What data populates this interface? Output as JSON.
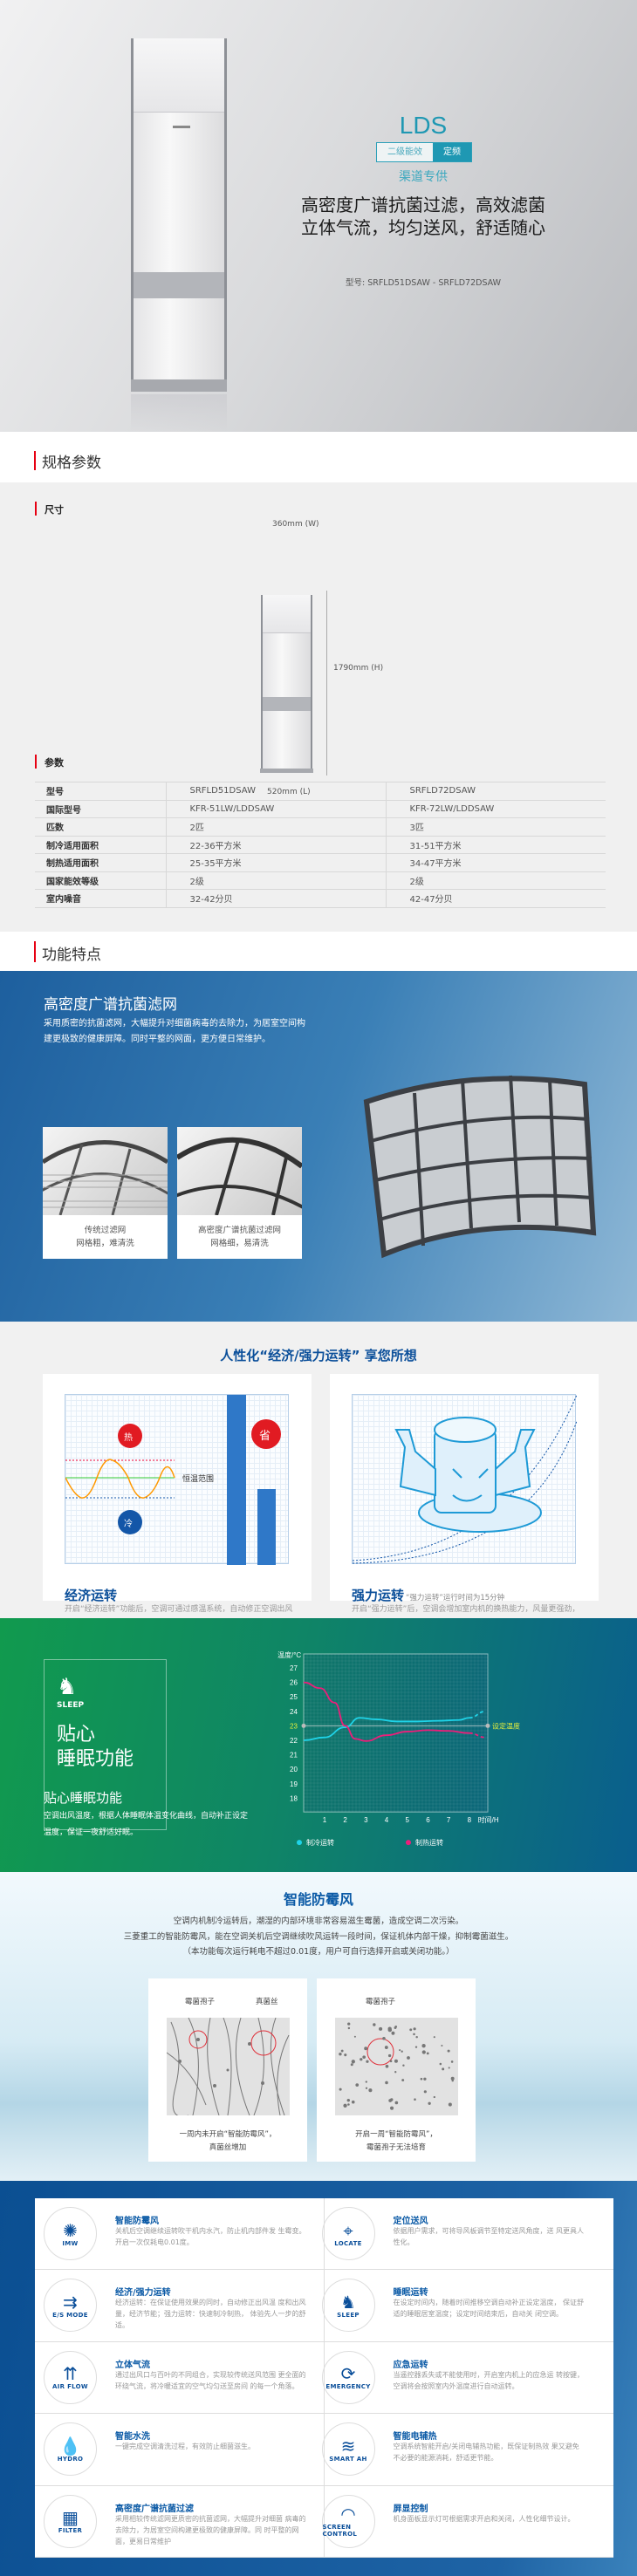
{
  "hero": {
    "series": "LDS",
    "badges": [
      "二级能效",
      "定频"
    ],
    "channel": "渠道专供",
    "slogan": [
      "高密度广谱抗菌过滤，高效滤菌",
      "立体气流，均匀送风，舒适随心"
    ],
    "model": "型号: SRFLD51DSAW - SRFLD72DSAW"
  },
  "spec_section": {
    "title": "规格参数",
    "size_label": "尺寸",
    "width": "360mm (W)",
    "height": "1790mm (H)",
    "depth": "520mm (L)",
    "params_label": "参数",
    "table": [
      [
        "型号",
        "SRFLD51DSAW",
        "SRFLD72DSAW"
      ],
      [
        "国际型号",
        "KFR-51LW/LDDSAW",
        "KFR-72LW/LDDSAW"
      ],
      [
        "匹数",
        "2匹",
        "3匹"
      ],
      [
        "制冷适用面积",
        "22-36平方米",
        "31-51平方米"
      ],
      [
        "制热适用面积",
        "25-35平方米",
        "34-47平方米"
      ],
      [
        "国家能效等级",
        "2级",
        "2级"
      ],
      [
        "室内噪音",
        "32-42分贝",
        "42-47分贝"
      ]
    ]
  },
  "features_section": {
    "title": "功能特点"
  },
  "filter": {
    "title": "高密度广谱抗菌滤网",
    "desc": "采用质密的抗菌滤网，大幅提升对细菌病毒的去除力，为居室空间构建更极致的健康屏障。同时平整的网面，更方便日常维护。",
    "cards": [
      {
        "line1": "传统过滤网",
        "line2": "网格粗，难清洗"
      },
      {
        "line1": "高密度广谱抗菌过滤网",
        "line2": "网格细，易清洗"
      }
    ]
  },
  "modes": {
    "title": "人性化“经济/强力运转” 享您所想",
    "eco": {
      "hot": "热",
      "cold": "冷",
      "save": "省",
      "range": "恒温范围",
      "title": "经济运转",
      "desc": "开启“经济运转”功能后，空调可通过感温系统，自动修正空调出风温度和风量，进行省电的经济运转，舒适更节能。"
    },
    "power": {
      "title": "强力运转",
      "note": "“强力运转”运行时间为15分钟",
      "desc": "开启“强力运转”后，空调会增加室内机的换热能力，风量更强劲，制冷制热更迅速。"
    }
  },
  "sleep": {
    "icon_label": "SLEEP",
    "box_title": [
      "贴心",
      "睡眠功能"
    ],
    "title": "贴心睡眠功能",
    "desc": "空调出风温度，根据人体睡眠体温变化曲线，自动补正设定温度，保证一夜舒适好眠。"
  },
  "chart_data": {
    "type": "line",
    "ylabel": "温度/°C",
    "xlabel": "时间/H",
    "ylim": [
      17,
      28
    ],
    "xlim": [
      0,
      9
    ],
    "yticks": [
      18,
      19,
      20,
      21,
      22,
      23,
      24,
      25,
      26,
      27
    ],
    "xticks": [
      1,
      2,
      3,
      4,
      5,
      6,
      7,
      8
    ],
    "set_temp": 23,
    "set_temp_label": "设定温度",
    "series": [
      {
        "name": "制冷运转",
        "color": "#1fd3e8",
        "x": [
          0,
          1,
          2,
          2.7,
          3.5,
          4.5,
          5.5,
          6.5,
          7.5,
          8
        ],
        "y": [
          22,
          22.2,
          22.9,
          23.55,
          23.45,
          23.3,
          23.3,
          23.35,
          23.4,
          23.55
        ],
        "projection": {
          "x": [
            8,
            8.8
          ],
          "y": [
            23.55,
            24
          ]
        }
      },
      {
        "name": "制热运转",
        "color": "#ec1e7a",
        "x": [
          0,
          0.8,
          1.5,
          2,
          2.5,
          3,
          4,
          5,
          6,
          7,
          8
        ],
        "y": [
          26,
          25.6,
          24.6,
          23,
          22.1,
          21.95,
          22.35,
          22.6,
          22.7,
          22.65,
          22.5
        ],
        "projection": {
          "x": [
            8,
            8.8
          ],
          "y": [
            22.5,
            22.2
          ]
        }
      }
    ]
  },
  "mold": {
    "title": "智能防霉风",
    "desc": [
      "空调内机制冷运转后，潮湿的内部环境非常容易滋生霉菌，造成空调二次污染。",
      "三菱重工的智能防霉风，能在空调关机后空调继续吹风运转一段时间，保证机体内部干燥，抑制霉菌滋生。",
      "（本功能每次运行耗电不超过0.01度，用户可自行选择开启或关闭功能。）"
    ],
    "spore": "霉菌孢子",
    "hypha": "真菌丝",
    "cards": [
      {
        "line1": "一周内未开启“智能防霉风”，",
        "line2": "真菌丝增加"
      },
      {
        "line1": "开启一周“智能防霉风”，",
        "line2": "霉菌孢子无法培育"
      }
    ]
  },
  "feature_list": [
    {
      "icon": "IMW",
      "title": "智能防霉风",
      "desc": "关机后空调继续运转吹干机内水汽，防止机内部件发 生霉变。开启一次仅耗电0.01度。"
    },
    {
      "icon": "LOCATE",
      "title": "定位送风",
      "desc": "依据用户需求，可将导风板调节至特定送风角度，送 风更具人性化。"
    },
    {
      "icon": "E/S MODE",
      "title": "经济/强力运转",
      "desc": "经济运转：在保证使用效果的同时，自动修正出风温 度和出风量，经济节能；强力运转：快速制冷制热， 体验先人一步的舒适。"
    },
    {
      "icon": "SLEEP",
      "title": "睡眠运转",
      "desc": "在设定时间内，随着时间推移空调自动补正设定温度， 保证舒适的睡眠居室温度；设定时间结束后，自动关 闭空调。"
    },
    {
      "icon": "AIR FLOW",
      "title": "立体气流",
      "desc": "通过出风口与百叶的不同组合，实现较传统送风范围 更全面的环绕气流，将冷暖适宜的空气均匀送至房间 的每一个角落。"
    },
    {
      "icon": "EMERGENCY",
      "title": "应急运转",
      "desc": "当遥控器丢失或不能使用时，开启室内机上的应急运 转按键，空调将会按照室内外温度进行自动运转。"
    },
    {
      "icon": "HYDRO",
      "title": "智能水洗",
      "desc": "一键完成空调清洗过程，有效防止细菌滋生。"
    },
    {
      "icon": "SMART AH",
      "title": "智能电辅热",
      "desc": "空调系统智能开启/关闭电辅热功能，既保证制热效 果又避免不必要的能源消耗，舒适更节能。"
    },
    {
      "icon": "FILTER",
      "title": "高密度广谱抗菌过滤",
      "desc": "采用相较传统滤网更质密的抗菌滤网，大幅提升对细菌 病毒的去除力，为居室空间构建更极致的健康屏障。同 时平整的网面，更易日常维护"
    },
    {
      "icon": "SCREEN CONTROL",
      "title": "屏显控制",
      "desc": "机身面板显示灯可根据需求开启和关闭，人性化细节设计。"
    }
  ],
  "colors": {
    "accent_red": "#e60012",
    "brand_blue": "#0b4f9a",
    "teal": "#1f98b3"
  }
}
